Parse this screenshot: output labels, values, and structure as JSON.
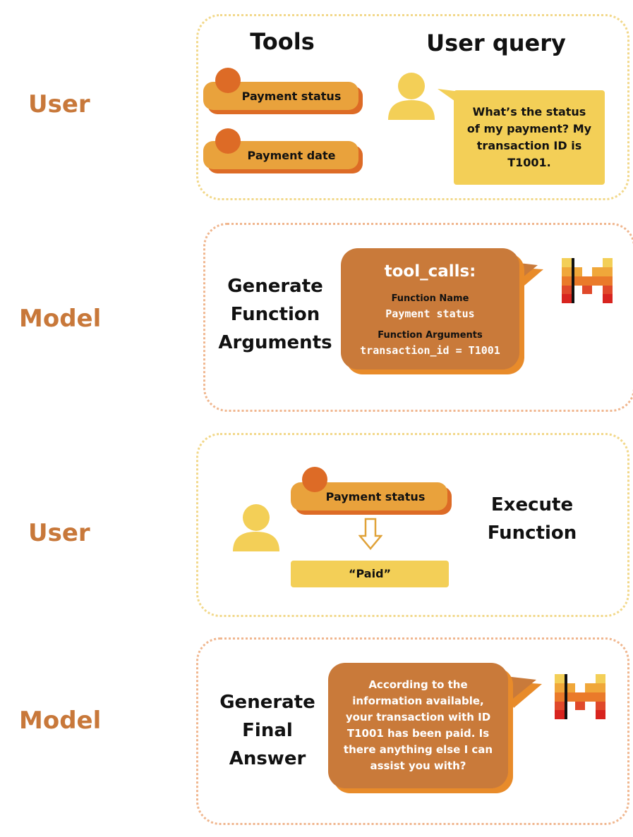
{
  "rows": [
    {
      "role": "User"
    },
    {
      "role": "Model"
    },
    {
      "role": "User"
    },
    {
      "role": "Model"
    }
  ],
  "panel1": {
    "tools_heading": "Tools",
    "query_heading": "User query",
    "tools": [
      "Payment status",
      "Payment date"
    ],
    "query_text": "What’s the status of my payment? My transaction ID is T1001."
  },
  "panel2": {
    "step": "Generate Function Arguments",
    "bubble_title": "tool_calls:",
    "fn_name_label": "Function Name",
    "fn_name_value": "Payment status",
    "fn_args_label": "Function Arguments",
    "fn_args_value": "transaction_id = T1001"
  },
  "panel3": {
    "tool": "Payment status",
    "result": "“Paid”",
    "step": "Execute Function"
  },
  "panel4": {
    "step": "Generate Final Answer",
    "answer": "According to the information available, your transaction with ID T1001 has been paid. Is there anything else I can assist you with?"
  },
  "colors": {
    "role_text": "#c8783a",
    "pill": "#e9a23c",
    "pill_shadow": "#dd6b26",
    "yellow": "#f3cf57",
    "bubble_brown": "#c97a3a",
    "bubble_shadow": "#e88b2a"
  },
  "icons": [
    "user-avatar-icon",
    "mistral-logo-icon",
    "down-arrow-icon"
  ]
}
